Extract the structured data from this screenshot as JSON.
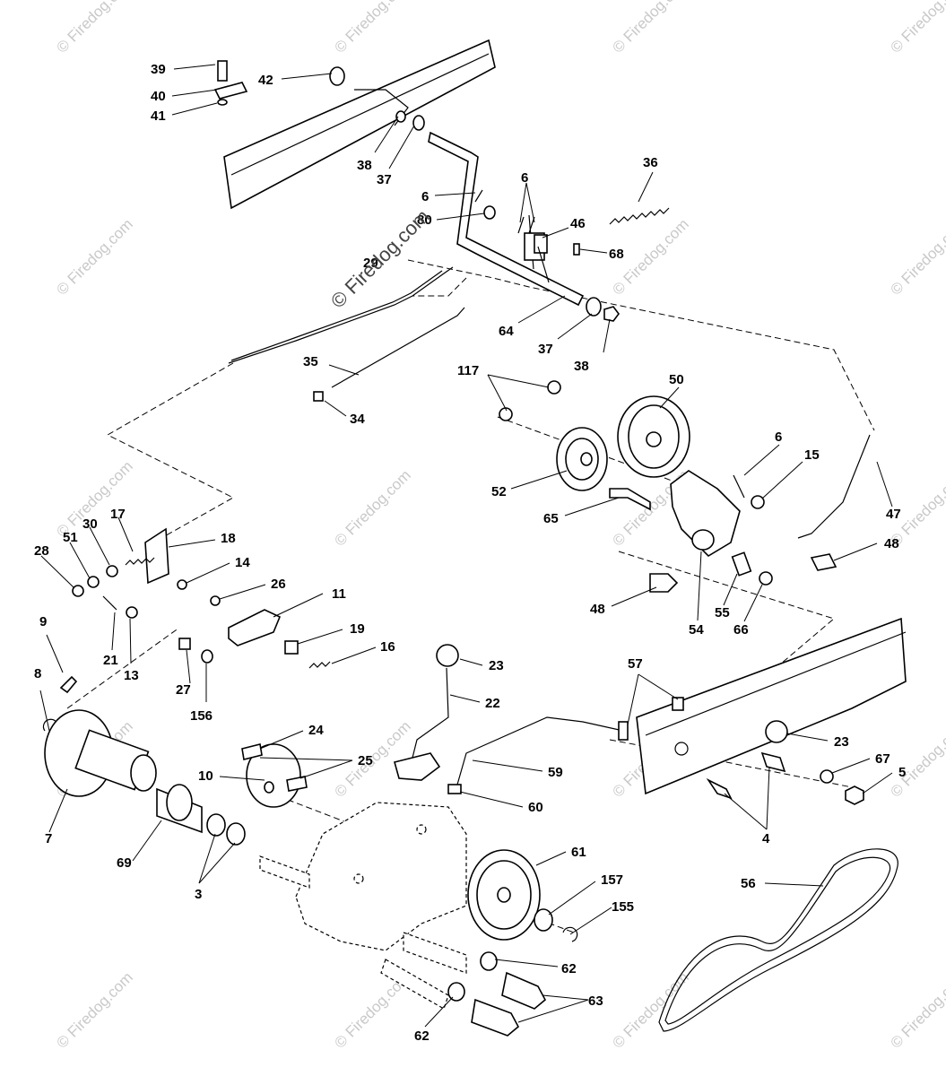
{
  "watermark": {
    "center_text": "© Firedog.com",
    "tile_text": "© Firedog.com"
  },
  "callouts": [
    {
      "id": "39",
      "text": "39"
    },
    {
      "id": "42",
      "text": "42"
    },
    {
      "id": "40",
      "text": "40"
    },
    {
      "id": "41",
      "text": "41"
    },
    {
      "id": "38a",
      "text": "38"
    },
    {
      "id": "37a",
      "text": "37"
    },
    {
      "id": "36",
      "text": "36"
    },
    {
      "id": "6a",
      "text": "6"
    },
    {
      "id": "6b",
      "text": "6"
    },
    {
      "id": "80",
      "text": "80"
    },
    {
      "id": "46",
      "text": "46"
    },
    {
      "id": "68",
      "text": "68"
    },
    {
      "id": "29",
      "text": "29"
    },
    {
      "id": "64",
      "text": "64"
    },
    {
      "id": "37b",
      "text": "37"
    },
    {
      "id": "38b",
      "text": "38"
    },
    {
      "id": "35",
      "text": "35"
    },
    {
      "id": "34",
      "text": "34"
    },
    {
      "id": "117",
      "text": "117"
    },
    {
      "id": "50",
      "text": "50"
    },
    {
      "id": "6c",
      "text": "6"
    },
    {
      "id": "15",
      "text": "15"
    },
    {
      "id": "52",
      "text": "52"
    },
    {
      "id": "65",
      "text": "65"
    },
    {
      "id": "47",
      "text": "47"
    },
    {
      "id": "48a",
      "text": "48"
    },
    {
      "id": "48b",
      "text": "48"
    },
    {
      "id": "54",
      "text": "54"
    },
    {
      "id": "55",
      "text": "55"
    },
    {
      "id": "66",
      "text": "66"
    },
    {
      "id": "17",
      "text": "17"
    },
    {
      "id": "30",
      "text": "30"
    },
    {
      "id": "51",
      "text": "51"
    },
    {
      "id": "28",
      "text": "28"
    },
    {
      "id": "18",
      "text": "18"
    },
    {
      "id": "14",
      "text": "14"
    },
    {
      "id": "26",
      "text": "26"
    },
    {
      "id": "11",
      "text": "11"
    },
    {
      "id": "21",
      "text": "21"
    },
    {
      "id": "13",
      "text": "13"
    },
    {
      "id": "19",
      "text": "19"
    },
    {
      "id": "16",
      "text": "16"
    },
    {
      "id": "9",
      "text": "9"
    },
    {
      "id": "27",
      "text": "27"
    },
    {
      "id": "156",
      "text": "156"
    },
    {
      "id": "23a",
      "text": "23"
    },
    {
      "id": "22",
      "text": "22"
    },
    {
      "id": "57",
      "text": "57"
    },
    {
      "id": "8",
      "text": "8"
    },
    {
      "id": "24",
      "text": "24"
    },
    {
      "id": "23b",
      "text": "23"
    },
    {
      "id": "25",
      "text": "25"
    },
    {
      "id": "10",
      "text": "10"
    },
    {
      "id": "67",
      "text": "67"
    },
    {
      "id": "5",
      "text": "5"
    },
    {
      "id": "59",
      "text": "59"
    },
    {
      "id": "60",
      "text": "60"
    },
    {
      "id": "7",
      "text": "7"
    },
    {
      "id": "4",
      "text": "4"
    },
    {
      "id": "69",
      "text": "69"
    },
    {
      "id": "61",
      "text": "61"
    },
    {
      "id": "56",
      "text": "56"
    },
    {
      "id": "3",
      "text": "3"
    },
    {
      "id": "157",
      "text": "157"
    },
    {
      "id": "155",
      "text": "155"
    },
    {
      "id": "62a",
      "text": "62"
    },
    {
      "id": "63",
      "text": "63"
    },
    {
      "id": "62b",
      "text": "62"
    }
  ]
}
